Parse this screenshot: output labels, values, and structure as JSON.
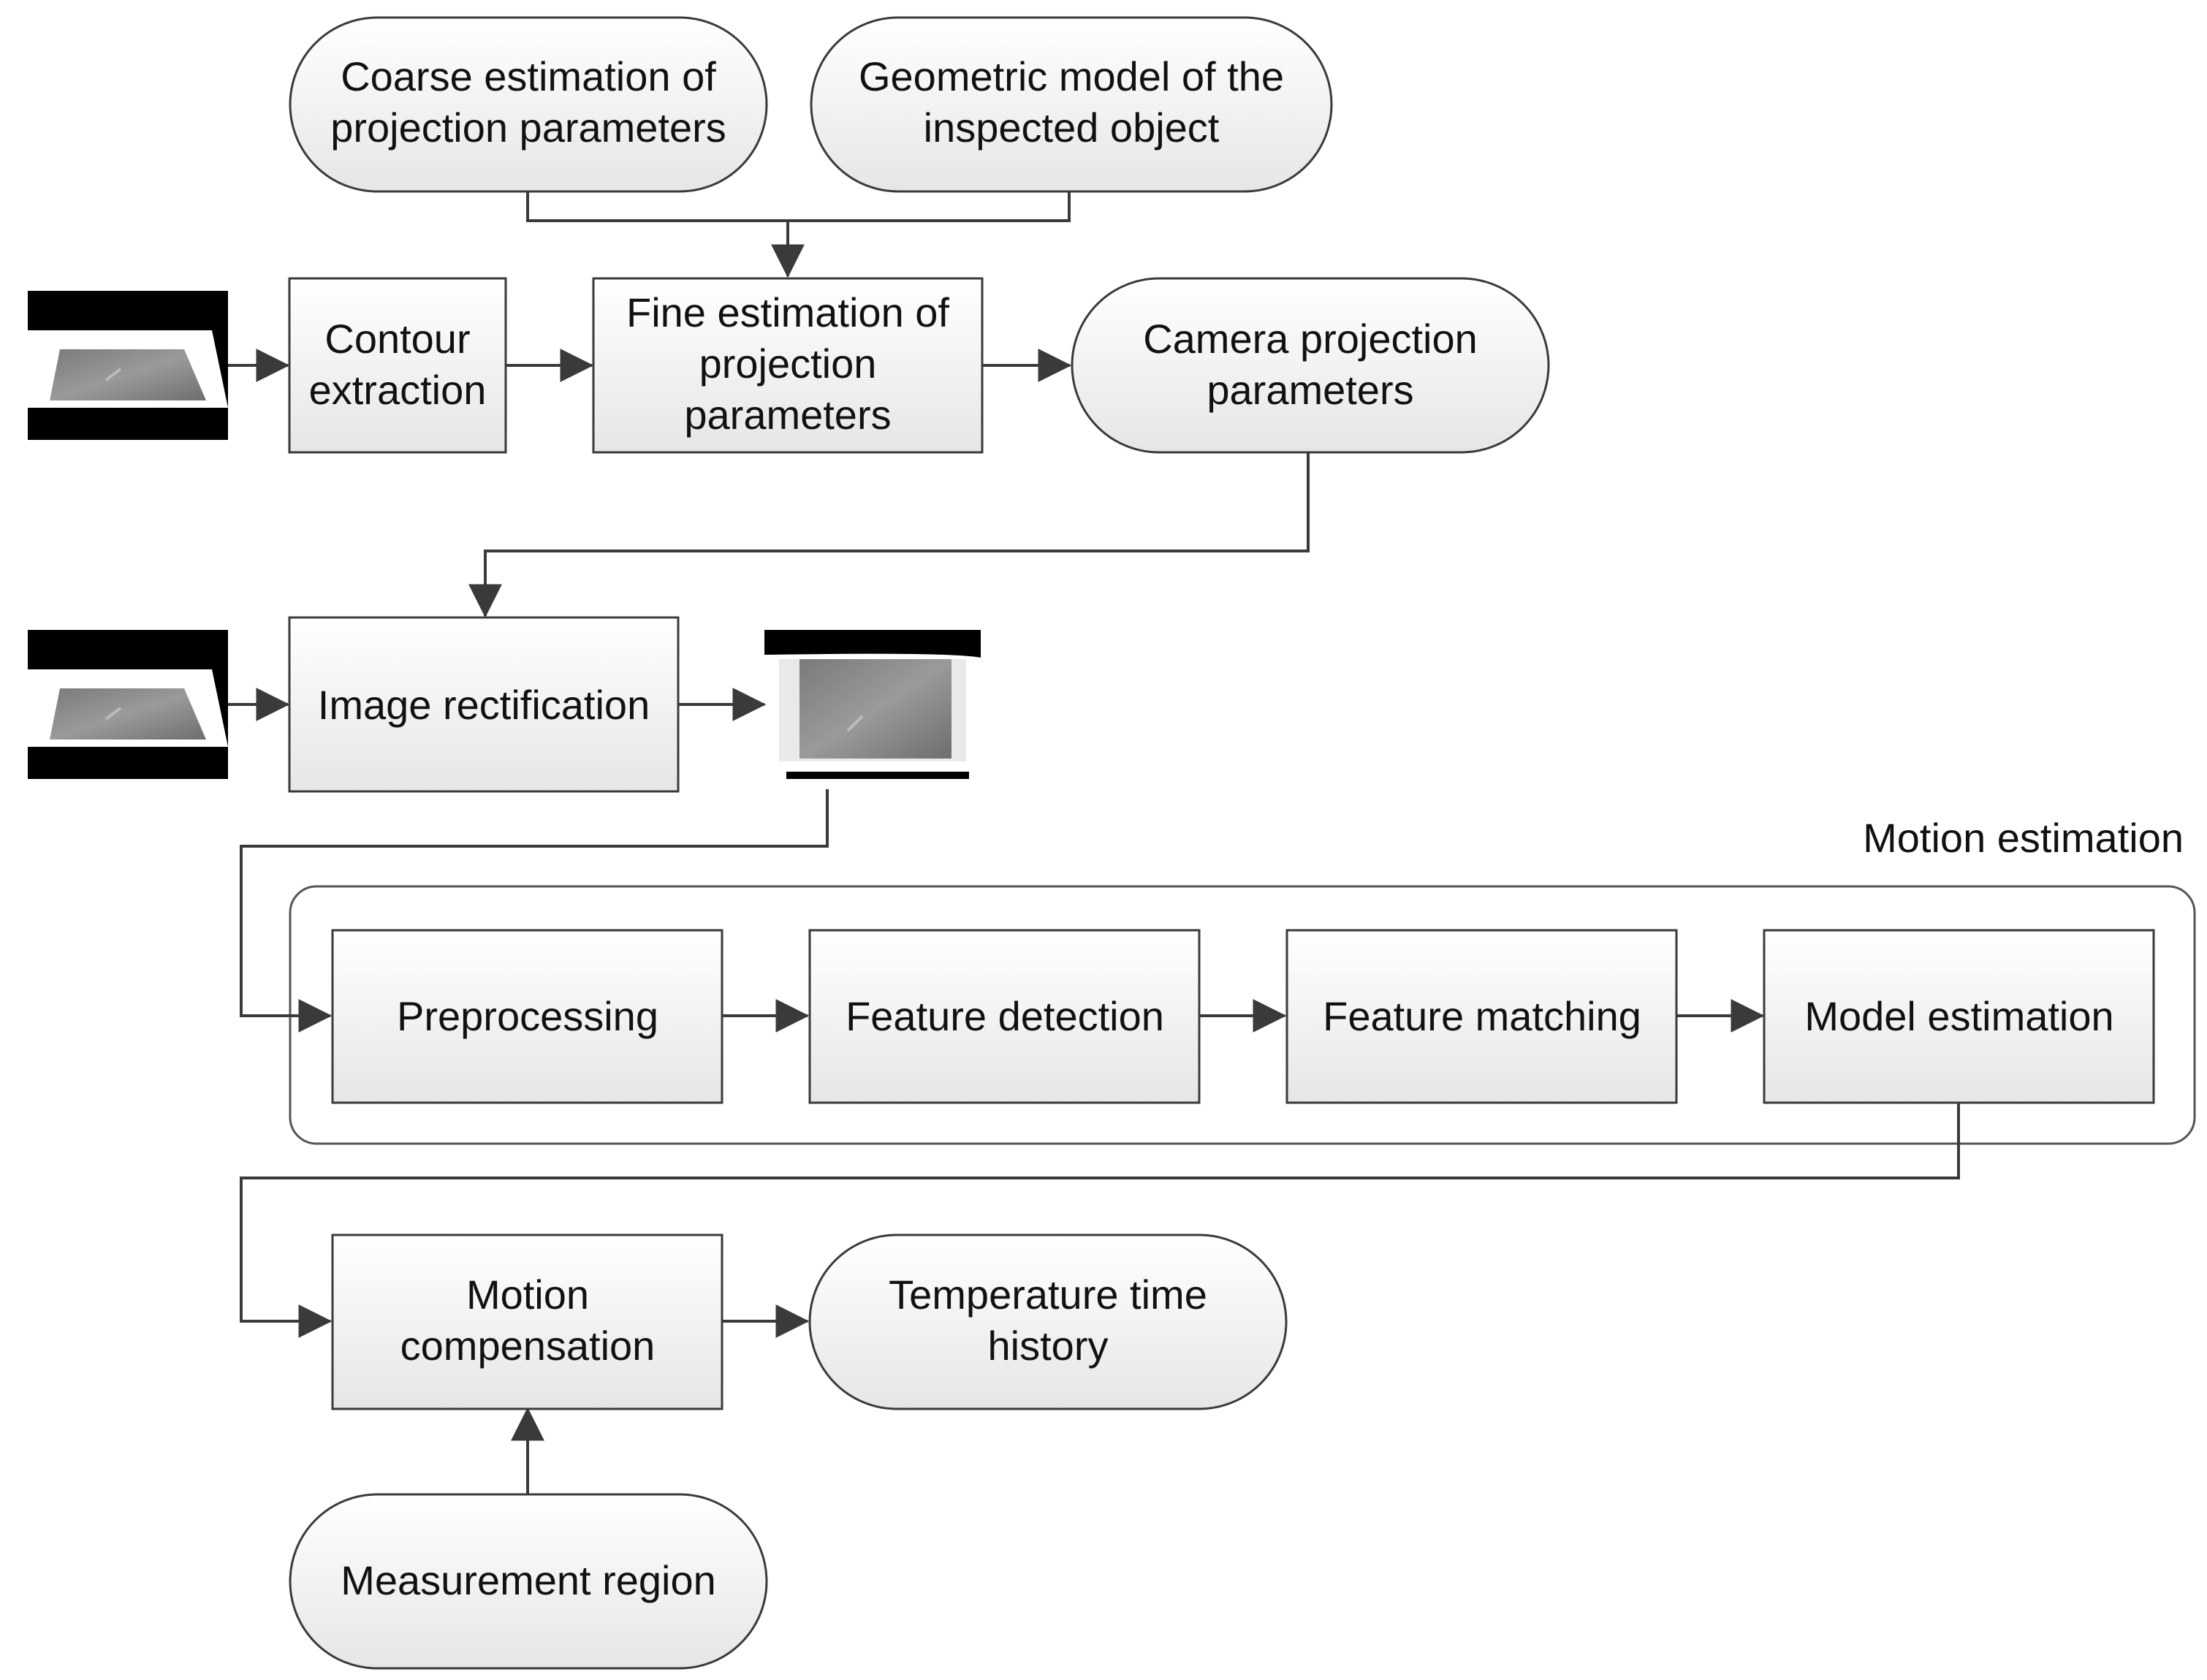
{
  "nodes": {
    "coarse_estimation": [
      "Coarse estimation of",
      "projection parameters"
    ],
    "geometric_model": [
      "Geometric model of the",
      "inspected object"
    ],
    "contour_extraction": [
      "Contour",
      "extraction"
    ],
    "fine_estimation": [
      "Fine estimation of",
      "projection",
      "parameters"
    ],
    "camera_projection": [
      "Camera projection",
      "parameters"
    ],
    "image_rectification": [
      "Image rectification"
    ],
    "preprocessing": [
      "Preprocessing"
    ],
    "feature_detection": [
      "Feature detection"
    ],
    "feature_matching": [
      "Feature matching"
    ],
    "model_estimation": [
      "Model estimation"
    ],
    "motion_compensation": [
      "Motion",
      "compensation"
    ],
    "temperature_history": [
      "Temperature time",
      "history"
    ],
    "measurement_region": [
      "Measurement region"
    ]
  },
  "groups": {
    "motion_estimation": "Motion estimation"
  },
  "edges": [
    [
      "coarse_estimation",
      "fine_estimation"
    ],
    [
      "geometric_model",
      "fine_estimation"
    ],
    [
      "thermal-image-input-1",
      "contour_extraction"
    ],
    [
      "contour_extraction",
      "fine_estimation"
    ],
    [
      "fine_estimation",
      "camera_projection"
    ],
    [
      "camera_projection",
      "image_rectification"
    ],
    [
      "thermal-image-input-2",
      "image_rectification"
    ],
    [
      "image_rectification",
      "rectified-image-output"
    ],
    [
      "rectified-image-output",
      "preprocessing"
    ],
    [
      "preprocessing",
      "feature_detection"
    ],
    [
      "feature_detection",
      "feature_matching"
    ],
    [
      "feature_matching",
      "model_estimation"
    ],
    [
      "model_estimation",
      "motion_compensation"
    ],
    [
      "measurement_region",
      "motion_compensation"
    ],
    [
      "motion_compensation",
      "temperature_history"
    ]
  ],
  "colors": {
    "stroke": "#3a3a3a",
    "box_fill_top": "#ffffff",
    "box_fill_bottom": "#e6e6e6"
  }
}
